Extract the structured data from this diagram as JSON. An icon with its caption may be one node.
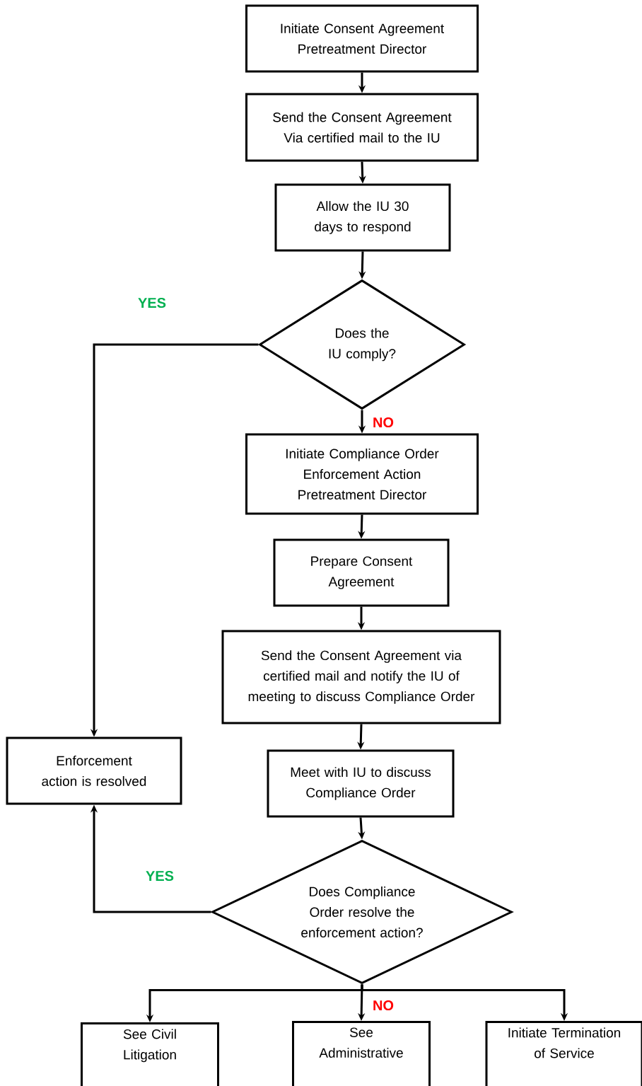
{
  "diagram": {
    "nodes": [
      {
        "text": [
          "Initiate Consent Agreement Pretreatment Director"
        ]
      },
      {
        "text": [
          "Send the Consent Agreement Via certified mail to the IU"
        ]
      },
      {
        "text": [
          "Allow the IU 30 days to respond"
        ]
      },
      {
        "text": [
          "Does the IU comply?"
        ]
      },
      {
        "text": [
          "Initiate Compliance Order Enforcement Action Pretreatment Director"
        ]
      },
      {
        "text": [
          "Prepare Consent Agreement"
        ]
      },
      {
        "text": [
          "Send the Consent Agreement via certified mail and notify the IU of meeting to discuss Compliance Order"
        ]
      },
      {
        "text": [
          "Enforcement action is resolved"
        ]
      },
      {
        "text": [
          "Meet with IU to discuss Compliance Order"
        ]
      },
      {
        "text": [
          "Does Compliance Order resolve the enforcement action?"
        ]
      },
      {
        "text": [
          "See Civil Litigation"
        ]
      },
      {
        "text": [
          "See Administrative"
        ]
      },
      {
        "text": [
          "Initiate Termination of Service"
        ]
      }
    ],
    "edges": [
      {
        "from": 0,
        "to": 1,
        "arrow": "to"
      },
      {
        "from": 1,
        "to": 2,
        "arrow": "to"
      },
      {
        "from": 2,
        "to": 3,
        "arrow": "to"
      },
      {
        "from": 3,
        "to": 7,
        "arrow": "to",
        "label": "YES"
      },
      {
        "from": 3,
        "to": 4,
        "arrow": "to",
        "label": "NO"
      },
      {
        "from": 4,
        "to": 5,
        "arrow": "to"
      },
      {
        "from": 5,
        "to": 6,
        "arrow": "to"
      },
      {
        "from": 6,
        "to": 8,
        "arrow": "to"
      },
      {
        "from": 8,
        "to": 9,
        "arrow": "to"
      },
      {
        "from": 9,
        "to": 7,
        "arrow": "to",
        "label": "YES"
      },
      {
        "from": 9,
        "to": 10,
        "arrow": "to"
      },
      {
        "from": 9,
        "to": 11,
        "arrow": "to",
        "label": "NO"
      },
      {
        "from": 9,
        "to": 12,
        "arrow": "to"
      }
    ]
  }
}
